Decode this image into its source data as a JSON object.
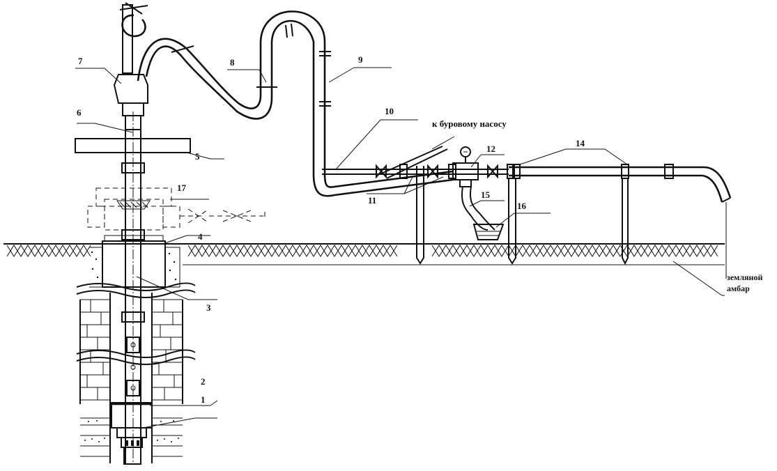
{
  "labels": {
    "n1": "1",
    "n2": "2",
    "n3": "3",
    "n4": "4",
    "n5": "5",
    "n6": "6",
    "n7": "7",
    "n8": "8",
    "n9": "9",
    "n10": "10",
    "n11": "11",
    "n12": "12",
    "n14": "14",
    "n15": "15",
    "n16": "16",
    "n17": "17"
  },
  "annotations": {
    "to_pump": "к буровому насосу",
    "pit_line1": "земляной",
    "pit_line2": "амбар"
  }
}
